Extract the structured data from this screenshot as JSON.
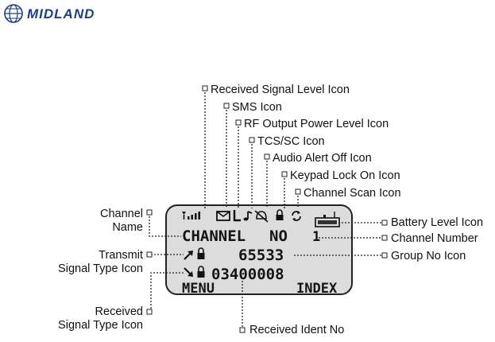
{
  "brand": {
    "logo_text": "MIDLAND"
  },
  "display": {
    "row1_channel_name": "CHANNEL",
    "row1_no": "NO",
    "row1_channel_number": "1",
    "row2_group_no": "65533",
    "row3_ident_no": "03400008",
    "softkey_left": "MENU",
    "softkey_right": "INDEX"
  },
  "labels": {
    "received_signal_level": "Received Signal Level Icon",
    "sms": "SMS Icon",
    "rf_output": "RF Output Power Level Icon",
    "tcs_sc": "TCS/SC Icon",
    "audio_alert_off": "Audio Alert Off Icon",
    "keypad_lock_on": "Keypad Lock On Icon",
    "channel_scan": "Channel Scan Icon",
    "channel_name_1": "Channel",
    "channel_name_2": "Name",
    "transmit_signal_1": "Transmit",
    "transmit_signal_2": "Signal Type Icon",
    "received_signal_type_1": "Received",
    "received_signal_type_2": "Signal Type Icon",
    "battery_level": "Battery Level Icon",
    "channel_number": "Channel Number",
    "group_no": "Group No Icon",
    "received_ident_no": "Received Ident No"
  },
  "icons": {
    "signal": "signal-bars-icon",
    "sms": "envelope-icon",
    "rf_power": "rf-power-level-icon",
    "tcs": "note-icon",
    "alert_off": "bell-off-icon",
    "lock": "padlock-icon",
    "scan": "scan-arrows-icon",
    "battery": "battery-icon",
    "tx_arrow": "arrow-up-right-icon",
    "rx_arrow": "arrow-down-right-icon"
  },
  "colors": {
    "lcd_background": "#dcdcdc",
    "logo_blue": "#1a3d8f"
  }
}
